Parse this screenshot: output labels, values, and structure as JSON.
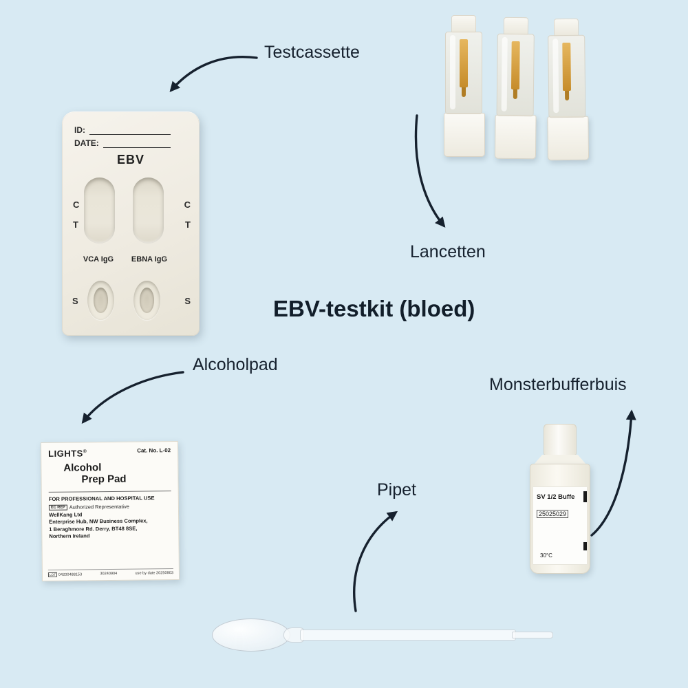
{
  "title": "EBV-testkit (bloed)",
  "colors": {
    "background": "#d8eaf3",
    "text": "#16212e",
    "lancet_orange": "#c68c2a"
  },
  "annotations": {
    "testcassette": "Testcassette",
    "lancetten": "Lancetten",
    "alcoholpad": "Alcoholpad",
    "monsterbufferbuis": "Monsterbufferbuis",
    "pipet": "Pipet"
  },
  "cassette": {
    "id_label": "ID:",
    "date_label": "DATE:",
    "test_name": "EBV",
    "c_label": "C",
    "t_label": "T",
    "strip_left": "VCA IgG",
    "strip_right": "EBNA IgG",
    "s_label": "S"
  },
  "alcohol_pad": {
    "brand": "LIGHTS",
    "reg_mark": "®",
    "cat_no": "Cat. No. L-02",
    "name_line1": "Alcohol",
    "name_line2": "Prep Pad",
    "usage": "FOR PROFESSIONAL AND HOSPITAL USE",
    "ec_rep": "EC REP",
    "rep_text": "Authorized Representative",
    "company": "WellKang Ltd",
    "address1": "Enterprise Hub, NW Business Complex,",
    "address2": "1 Beraghmore Rd. Derry, BT48 8SE,",
    "address3": "Northern Ireland",
    "lot_label": "LOT",
    "lot_number": "04200488153",
    "mfg_date": "30240904",
    "exp_label": "use by date",
    "exp_date": "20250903"
  },
  "buffer_bottle": {
    "label_line1": "SV 1/2 Buffe",
    "lot": "25025029",
    "temp": "30°C"
  }
}
